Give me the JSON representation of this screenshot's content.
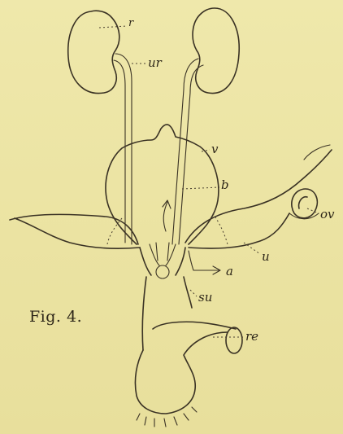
{
  "figure": {
    "caption": "Fig. 4."
  },
  "labels": {
    "r": "r",
    "ur": "ur",
    "v": "v",
    "b": "b",
    "ov": "ov",
    "u": "u",
    "a": "a",
    "su": "su",
    "re": "re"
  }
}
